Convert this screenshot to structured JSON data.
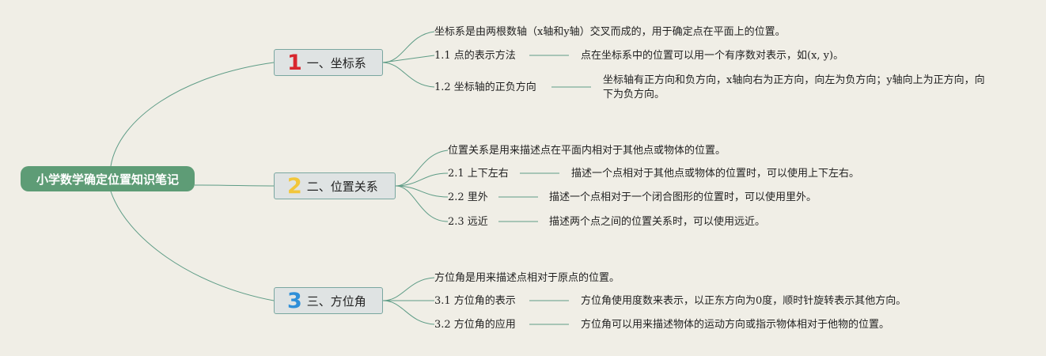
{
  "root": {
    "label": "小学数学确定位置知识笔记"
  },
  "branches": [
    {
      "num": "1",
      "num_color": "#d8262e",
      "label": "一、坐标系",
      "intro": "坐标系是由两根数轴（x轴和y轴）交叉而成的，用于确定点在平面上的位置。",
      "items": [
        {
          "label": "1.1 点的表示方法",
          "desc": "点在坐标系中的位置可以用一个有序数对表示，如(x, y)。"
        },
        {
          "label": "1.2 坐标轴的正负方向",
          "desc": "坐标轴有正方向和负方向，x轴向右为正方向，向左为负方向；y轴向上为正方向，向下为负方向。"
        }
      ]
    },
    {
      "num": "2",
      "num_color": "#f2c63a",
      "label": "二、位置关系",
      "intro": "位置关系是用来描述点在平面内相对于其他点或物体的位置。",
      "items": [
        {
          "label": "2.1 上下左右",
          "desc": "描述一个点相对于其他点或物体的位置时，可以使用上下左右。"
        },
        {
          "label": "2.2 里外",
          "desc": "描述一个点相对于一个闭合图形的位置时，可以使用里外。"
        },
        {
          "label": "2.3 远近",
          "desc": "描述两个点之间的位置关系时，可以使用远近。"
        }
      ]
    },
    {
      "num": "3",
      "num_color": "#2f8fd8",
      "label": "三、方位角",
      "intro": "方位角是用来描述点相对于原点的位置。",
      "items": [
        {
          "label": "3.1 方位角的表示",
          "desc": "方位角使用度数来表示，以正东方向为0度，顺时针旋转表示其他方向。"
        },
        {
          "label": "3.2 方位角的应用",
          "desc": "方位角可以用来描述物体的运动方向或指示物体相对于他物的位置。"
        }
      ]
    }
  ],
  "colors": {
    "background": "#f0eee6",
    "root_fill": "#5e9c76",
    "branch_fill": "#dfe3e3",
    "branch_border": "#7aa7a0",
    "line": "#5e9c86"
  }
}
